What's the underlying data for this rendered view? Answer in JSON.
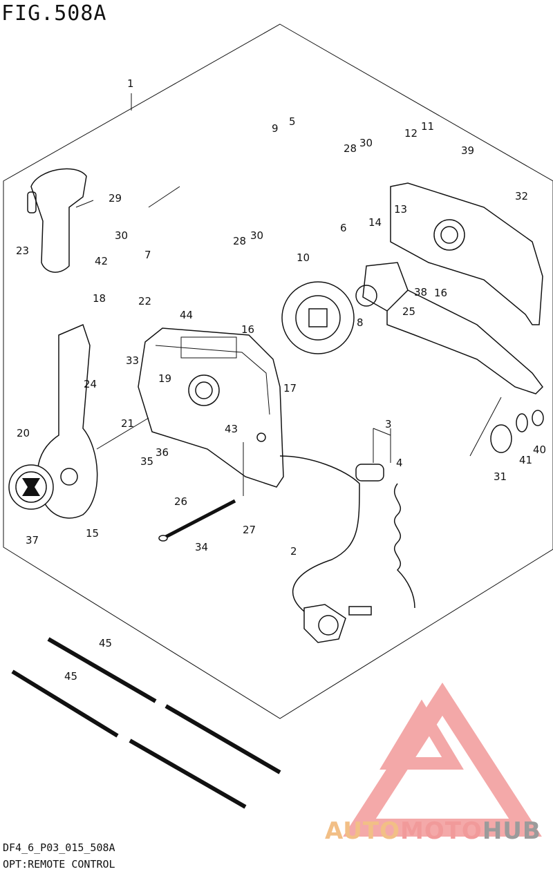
{
  "figure": {
    "title": "FIG.508A",
    "code": "DF4_6_P03_015_508A",
    "description": "OPT:REMOTE CONTROL"
  },
  "callouts": [
    "1",
    "2",
    "3",
    "4",
    "5",
    "6",
    "8",
    "9",
    "10",
    "11",
    "12",
    "13",
    "14",
    "15",
    "16",
    "16",
    "17",
    "18",
    "19",
    "20",
    "21",
    "22",
    "23",
    "24",
    "25",
    "26",
    "27",
    "28",
    "28",
    "29",
    "30",
    "30",
    "30",
    "31",
    "32",
    "33",
    "34",
    "35",
    "36",
    "37",
    "38",
    "39",
    "40",
    "41",
    "42",
    "43",
    "44",
    "45",
    "45",
    "7"
  ],
  "watermark": {
    "part1": "AUTO",
    "part2": "MOTO",
    "part3": "HUB",
    "colors": {
      "auto": "#f2bf86",
      "moto": "#f19a9a",
      "hub": "#9b9b9b",
      "logo": "#f29a9a"
    }
  }
}
